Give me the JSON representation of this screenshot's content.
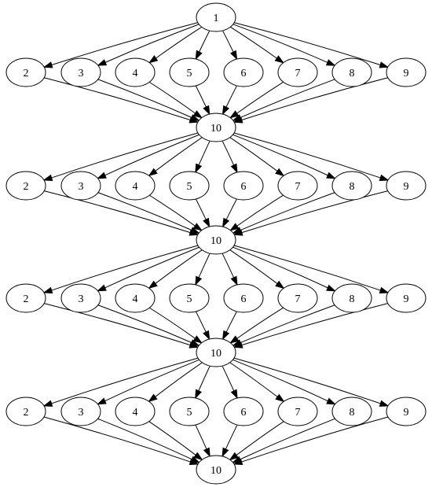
{
  "graph": {
    "nodes": [
      {
        "id": "1",
        "label": "1"
      },
      {
        "id": "a2",
        "label": "2"
      },
      {
        "id": "a3",
        "label": "3"
      },
      {
        "id": "a4",
        "label": "4"
      },
      {
        "id": "a5",
        "label": "5"
      },
      {
        "id": "a6",
        "label": "6"
      },
      {
        "id": "a7",
        "label": "7"
      },
      {
        "id": "a8",
        "label": "8"
      },
      {
        "id": "a9",
        "label": "9"
      },
      {
        "id": "h1",
        "label": "10"
      },
      {
        "id": "b2",
        "label": "2"
      },
      {
        "id": "b3",
        "label": "3"
      },
      {
        "id": "b4",
        "label": "4"
      },
      {
        "id": "b5",
        "label": "5"
      },
      {
        "id": "b6",
        "label": "6"
      },
      {
        "id": "b7",
        "label": "7"
      },
      {
        "id": "b8",
        "label": "8"
      },
      {
        "id": "b9",
        "label": "9"
      },
      {
        "id": "h2",
        "label": "10"
      },
      {
        "id": "c2",
        "label": "2"
      },
      {
        "id": "c3",
        "label": "3"
      },
      {
        "id": "c4",
        "label": "4"
      },
      {
        "id": "c5",
        "label": "5"
      },
      {
        "id": "c6",
        "label": "6"
      },
      {
        "id": "c7",
        "label": "7"
      },
      {
        "id": "c8",
        "label": "8"
      },
      {
        "id": "c9",
        "label": "9"
      },
      {
        "id": "h3",
        "label": "10"
      },
      {
        "id": "d2",
        "label": "2"
      },
      {
        "id": "d3",
        "label": "3"
      },
      {
        "id": "d4",
        "label": "4"
      },
      {
        "id": "d5",
        "label": "5"
      },
      {
        "id": "d6",
        "label": "6"
      },
      {
        "id": "d7",
        "label": "7"
      },
      {
        "id": "d8",
        "label": "8"
      },
      {
        "id": "d9",
        "label": "9"
      },
      {
        "id": "h4",
        "label": "10"
      }
    ],
    "edges": [
      [
        "1",
        "a2"
      ],
      [
        "1",
        "a3"
      ],
      [
        "1",
        "a4"
      ],
      [
        "1",
        "a5"
      ],
      [
        "1",
        "a6"
      ],
      [
        "1",
        "a7"
      ],
      [
        "1",
        "a8"
      ],
      [
        "1",
        "a9"
      ],
      [
        "a2",
        "h1"
      ],
      [
        "a3",
        "h1"
      ],
      [
        "a4",
        "h1"
      ],
      [
        "a5",
        "h1"
      ],
      [
        "a6",
        "h1"
      ],
      [
        "a7",
        "h1"
      ],
      [
        "a8",
        "h1"
      ],
      [
        "a9",
        "h1"
      ],
      [
        "h1",
        "b2"
      ],
      [
        "h1",
        "b3"
      ],
      [
        "h1",
        "b4"
      ],
      [
        "h1",
        "b5"
      ],
      [
        "h1",
        "b6"
      ],
      [
        "h1",
        "b7"
      ],
      [
        "h1",
        "b8"
      ],
      [
        "h1",
        "b9"
      ],
      [
        "b2",
        "h2"
      ],
      [
        "b3",
        "h2"
      ],
      [
        "b4",
        "h2"
      ],
      [
        "b5",
        "h2"
      ],
      [
        "b6",
        "h2"
      ],
      [
        "b7",
        "h2"
      ],
      [
        "b8",
        "h2"
      ],
      [
        "b9",
        "h2"
      ],
      [
        "h2",
        "c2"
      ],
      [
        "h2",
        "c3"
      ],
      [
        "h2",
        "c4"
      ],
      [
        "h2",
        "c5"
      ],
      [
        "h2",
        "c6"
      ],
      [
        "h2",
        "c7"
      ],
      [
        "h2",
        "c8"
      ],
      [
        "h2",
        "c9"
      ],
      [
        "c2",
        "h3"
      ],
      [
        "c3",
        "h3"
      ],
      [
        "c4",
        "h3"
      ],
      [
        "c5",
        "h3"
      ],
      [
        "c6",
        "h3"
      ],
      [
        "c7",
        "h3"
      ],
      [
        "c8",
        "h3"
      ],
      [
        "c9",
        "h3"
      ],
      [
        "h3",
        "d2"
      ],
      [
        "h3",
        "d3"
      ],
      [
        "h3",
        "d4"
      ],
      [
        "h3",
        "d5"
      ],
      [
        "h3",
        "d6"
      ],
      [
        "h3",
        "d7"
      ],
      [
        "h3",
        "d8"
      ],
      [
        "h3",
        "d9"
      ],
      [
        "d2",
        "h4"
      ],
      [
        "d3",
        "h4"
      ],
      [
        "d4",
        "h4"
      ],
      [
        "d5",
        "h4"
      ],
      [
        "d6",
        "h4"
      ],
      [
        "d7",
        "h4"
      ],
      [
        "d8",
        "h4"
      ],
      [
        "d9",
        "h4"
      ]
    ]
  }
}
